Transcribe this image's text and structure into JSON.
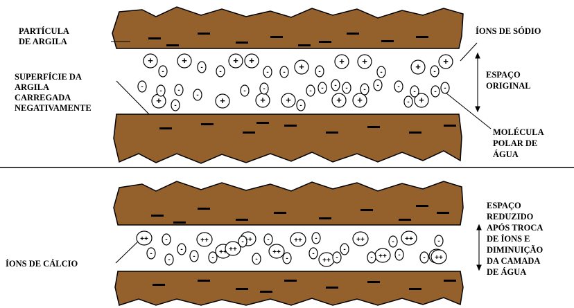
{
  "colors": {
    "clay": "#94612c",
    "clay_outline": "#000000",
    "background": "#ffffff",
    "line": "#000000"
  },
  "labels": {
    "clay_particle": [
      "PARTÍCULA",
      "DE ARGILA"
    ],
    "sodium_ions": [
      "ÍONS DE SÓDIO"
    ],
    "surface": [
      "SUPERFÍCIE DA",
      "ARGILA",
      "CARREGADA",
      "NEGATIVAMENTE"
    ],
    "original_space": [
      "ESPAÇO",
      "ORIGINAL"
    ],
    "water_molecule": [
      "MOLÉCULA",
      "POLAR DE",
      "ÁGUA"
    ],
    "reduced_space": [
      "ESPAÇO",
      "REDUZIDO",
      "APÓS TROCA",
      "DE ÍONS E",
      "DIMINUIÇÃO",
      "DA CAMADA",
      "DE ÁGUA"
    ],
    "calcium_ions": [
      "ÍONS DE CÁLCIO"
    ]
  },
  "symbols": {
    "sodium": "+",
    "calcium": "++",
    "water": "-",
    "surface_charge": "−"
  }
}
